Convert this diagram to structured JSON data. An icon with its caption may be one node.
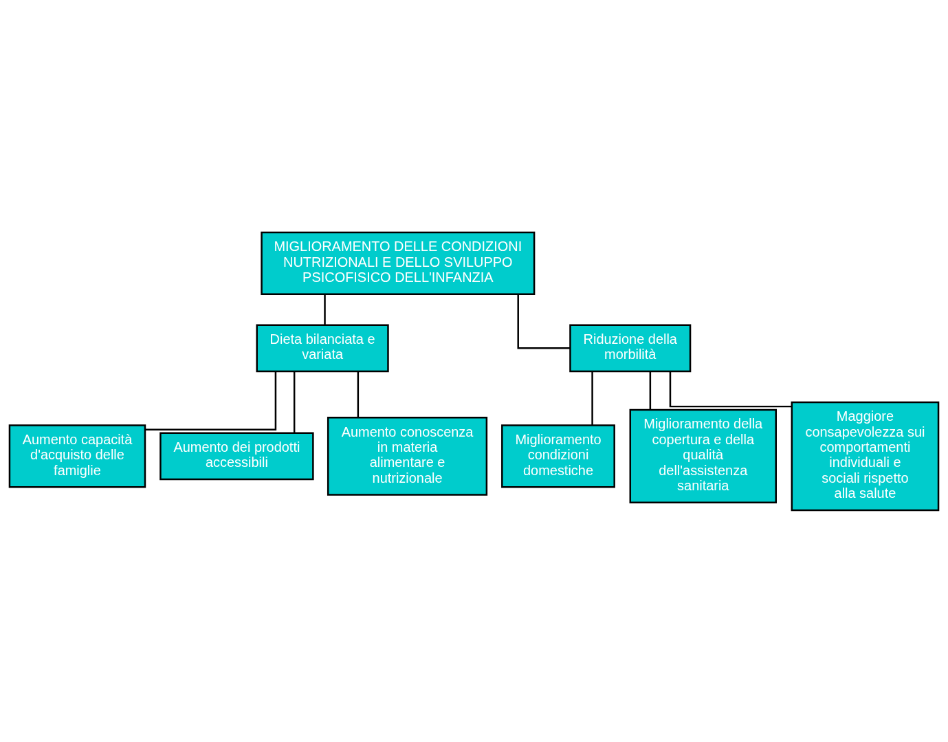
{
  "diagram": {
    "nodes": [
      {
        "text": [
          "MIGLIORAMENTO DELLE CONDIZIONI NUTRIZIONALI E DELLO SVILUPPO PSICOFISICO DELL'INFANZIA"
        ]
      },
      {
        "text": [
          "Dieta bilanciata e variata"
        ]
      },
      {
        "text": [
          "Riduzione della morbilità"
        ]
      },
      {
        "text": [
          "Aumento capacità d'acquisto delle famiglie"
        ]
      },
      {
        "text": [
          "Aumento dei prodotti accessibili"
        ]
      },
      {
        "text": [
          "Aumento conoscenza in materia alimentare e nutrizionale"
        ]
      },
      {
        "text": [
          "Miglioramento condizioni domestiche"
        ]
      },
      {
        "text": [
          "Miglioramento della copertura e della qualità dell'assistenza sanitaria"
        ]
      },
      {
        "text": [
          "Maggiore consapevolezza sui comportamenti individuali e sociali rispetto alla salute"
        ]
      }
    ],
    "edges": [
      {
        "from": 0,
        "to": 1,
        "arrow": "none"
      },
      {
        "from": 0,
        "to": 2,
        "arrow": "none"
      },
      {
        "from": 1,
        "to": 3,
        "arrow": "none"
      },
      {
        "from": 1,
        "to": 4,
        "arrow": "none"
      },
      {
        "from": 1,
        "to": 5,
        "arrow": "none"
      },
      {
        "from": 2,
        "to": 6,
        "arrow": "none"
      },
      {
        "from": 2,
        "to": 7,
        "arrow": "none"
      },
      {
        "from": 2,
        "to": 8,
        "arrow": "none"
      }
    ]
  }
}
